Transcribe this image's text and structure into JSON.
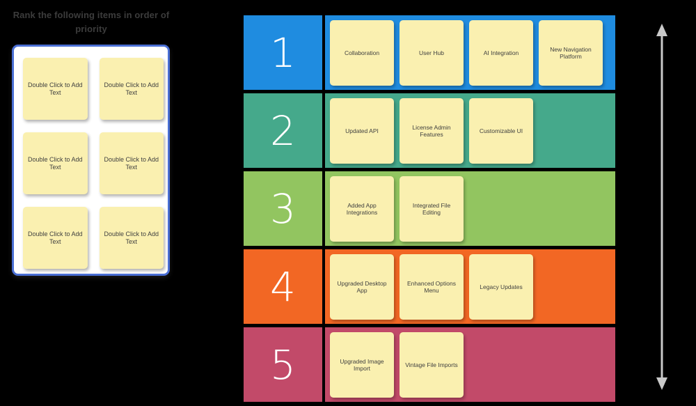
{
  "instructions": {
    "title": "Rank the following items in order of priority"
  },
  "note_board": {
    "border_color": "#4a6fd4",
    "note_color": "#faf0b0",
    "notes": [
      {
        "text": "Double Click to Add Text"
      },
      {
        "text": "Double Click to Add Text"
      },
      {
        "text": "Double Click to Add Text"
      },
      {
        "text": "Double Click to Add Text"
      },
      {
        "text": "Double Click to Add Text"
      },
      {
        "text": "Double Click to Add Text"
      }
    ]
  },
  "ranking": {
    "rows": [
      {
        "rank": "1",
        "color": "#1f8ce0",
        "cards": [
          {
            "text": "Collaboration"
          },
          {
            "text": "User Hub"
          },
          {
            "text": "AI Integration"
          },
          {
            "text": "New Navigation Platform"
          }
        ]
      },
      {
        "rank": "2",
        "color": "#45a98b",
        "cards": [
          {
            "text": "Updated API"
          },
          {
            "text": "License Admin Features"
          },
          {
            "text": "Customizable UI"
          }
        ]
      },
      {
        "rank": "3",
        "color": "#92c560",
        "cards": [
          {
            "text": "Added App Integrations"
          },
          {
            "text": "Integrated File Editing"
          }
        ]
      },
      {
        "rank": "4",
        "color": "#f26724",
        "cards": [
          {
            "text": "Upgraded Desktop App"
          },
          {
            "text": "Enhanced Options Menu"
          },
          {
            "text": "Legacy Updates"
          }
        ]
      },
      {
        "rank": "5",
        "color": "#c24a69",
        "cards": [
          {
            "text": "Upgraded Image Import"
          },
          {
            "text": "Vintage File Imports"
          }
        ]
      }
    ]
  },
  "priority_arrow": {
    "icon": "double-headed-vertical-arrow",
    "color": "#c9c9c9"
  }
}
